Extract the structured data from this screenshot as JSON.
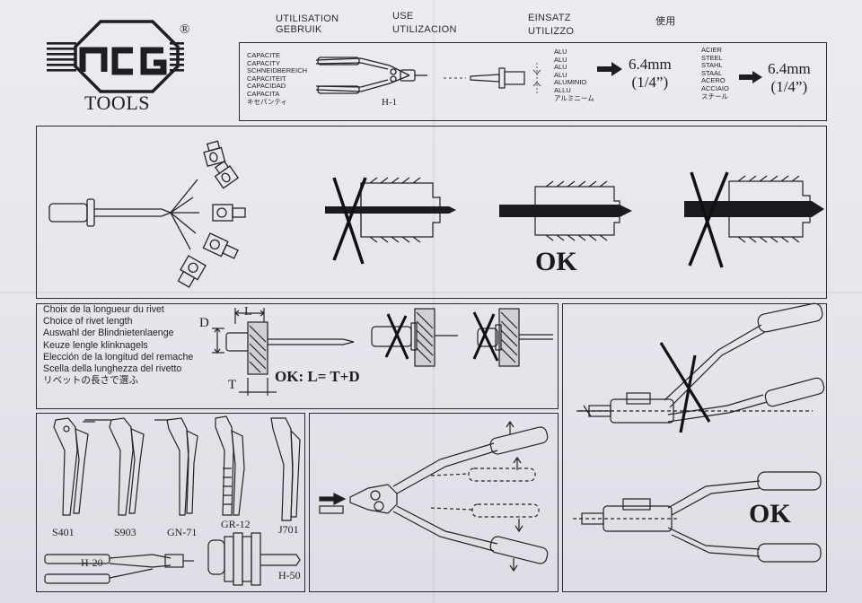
{
  "brand": {
    "logo_text": "NCG",
    "registered": "®",
    "tools": "TOOLS"
  },
  "headers": [
    {
      "line1": "UTILISATION",
      "line2": "GEBRUIK"
    },
    {
      "line1": "USE",
      "line2": "UTILIZACION"
    },
    {
      "line1": "EINSATZ",
      "line2": "UTILIZZO"
    },
    {
      "line1": "使用",
      "line2": ""
    }
  ],
  "capacity_labels": [
    "CAPACITE",
    "CAPACITY",
    "SCHNEIDBEREICH",
    "CAPACITEIT",
    "CAPACIDAD",
    "CAPACITA",
    "キセパンティ"
  ],
  "tool_code": "H-1",
  "alu_labels": [
    "ALU",
    "ALU",
    "ALU",
    "ALU",
    "ALUMINIO",
    "ALLU",
    "アルミニーム"
  ],
  "alu_capacity": {
    "mm": "6.4mm",
    "inch": "(1/4”)"
  },
  "steel_labels": [
    "ACIER",
    "STEEL",
    "STAHL",
    "STAAL",
    "ACERO",
    "ACCIAIO",
    "スチール"
  ],
  "steel_capacity": {
    "mm": "6.4mm",
    "inch": "(1/4”)"
  },
  "nosepiece_ok": "OK",
  "rivet_length": {
    "lines": [
      "Choix de la longueur du rivet",
      "Choice of rivet length",
      "Auswahl der Blindnietenlaenge",
      "Keuze lengle klinknagels",
      "Elección de la longitud del remache",
      "Scella della lunghezza del rivetto",
      "リベットの長さで選ふ"
    ],
    "label_L": "L",
    "label_D": "D",
    "label_T": "T",
    "formula": "OK: L= T+D"
  },
  "models": [
    "S401",
    "S903",
    "GN-71",
    "GR-12",
    "J701",
    "H-20",
    "H-50"
  ],
  "handle_ok": "OK"
}
